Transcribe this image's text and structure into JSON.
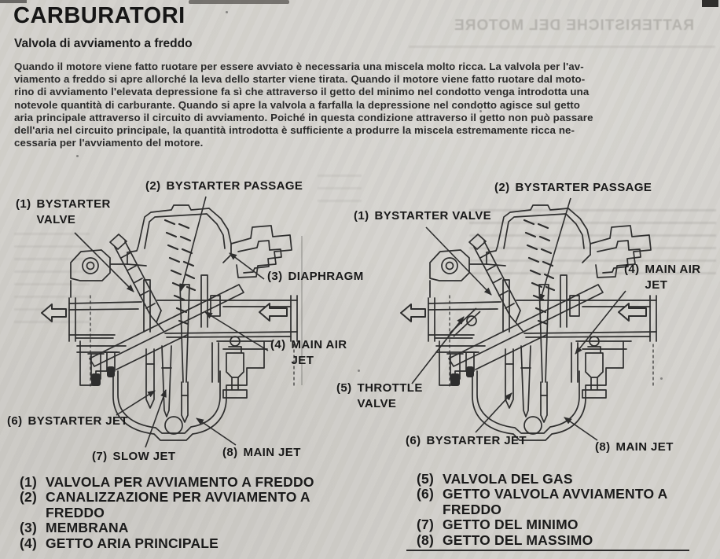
{
  "header": {
    "title": "CARBURATORI",
    "subtitle": "Valvola di avviamento a freddo"
  },
  "bleedthrough": {
    "heading": "RATTERISTICHE DEL MOTORE"
  },
  "body": {
    "text": "Quando il motore viene fatto ruotare per essere avviato è necessaria una miscela molto ricca. La valvola per l'av-\nviamento a freddo si apre allorché la leva dello starter viene tirata. Quando il motore viene fatto ruotare dal moto-\nrino di avviamento l'elevata depressione fa sì che attraverso il getto del minimo nel condotto venga introdotta una\nnotevole quantità di carburante. Quando si apre la valvola a farfalla la depressione nel condotto agisce sul getto\naria principale attraverso il circuito di avviamento. Poiché in questa condizione attraverso il getto non può passare\ndell'aria nel circuito principale, la quantità introdotta è sufficiente a produrre la miscela estremamente ricca ne-\ncessaria per l'avviamento del motore."
  },
  "figure": {
    "left": [
      {
        "num": "(2)",
        "text": "BYSTARTER PASSAGE"
      },
      {
        "num": "(1)",
        "text": "BYSTARTER\nVALVE"
      },
      {
        "num": "(3)",
        "text": "DIAPHRAGM"
      },
      {
        "num": "(4)",
        "text": "MAIN AIR\nJET"
      },
      {
        "num": "(6)",
        "text": "BYSTARTER JET"
      },
      {
        "num": "(7)",
        "text": "SLOW JET"
      },
      {
        "num": "(8)",
        "text": "MAIN JET"
      }
    ],
    "right": [
      {
        "num": "(2)",
        "text": "BYSTARTER PASSAGE"
      },
      {
        "num": "(1)",
        "text": "BYSTARTER VALVE"
      },
      {
        "num": "(4)",
        "text": "MAIN AIR\nJET"
      },
      {
        "num": "(5)",
        "text": "THROTTLE\nVALVE"
      },
      {
        "num": "(6)",
        "text": "BYSTARTER JET"
      },
      {
        "num": "(8)",
        "text": "MAIN JET"
      }
    ]
  },
  "legend": {
    "left": [
      {
        "num": "(1)",
        "text": "VALVOLA PER AVVIAMENTO A FREDDO"
      },
      {
        "num": "(2)",
        "text": "CANALIZZAZIONE PER AVVIAMENTO A\nFREDDO"
      },
      {
        "num": "(3)",
        "text": "MEMBRANA"
      },
      {
        "num": "(4)",
        "text": "GETTO ARIA PRINCIPALE"
      }
    ],
    "right": [
      {
        "num": "(5)",
        "text": "VALVOLA DEL GAS"
      },
      {
        "num": "(6)",
        "text": "GETTO VALVOLA AVVIAMENTO A\nFREDDO"
      },
      {
        "num": "(7)",
        "text": "GETTO DEL MINIMO"
      },
      {
        "num": "(8)",
        "text": "GETTO DEL MASSIMO"
      }
    ]
  },
  "colors": {
    "paper": "#d3d1cc",
    "ink": "#1b1b1b",
    "figure_line": "#2e2e2e",
    "bleed": "#b5b3ae"
  }
}
